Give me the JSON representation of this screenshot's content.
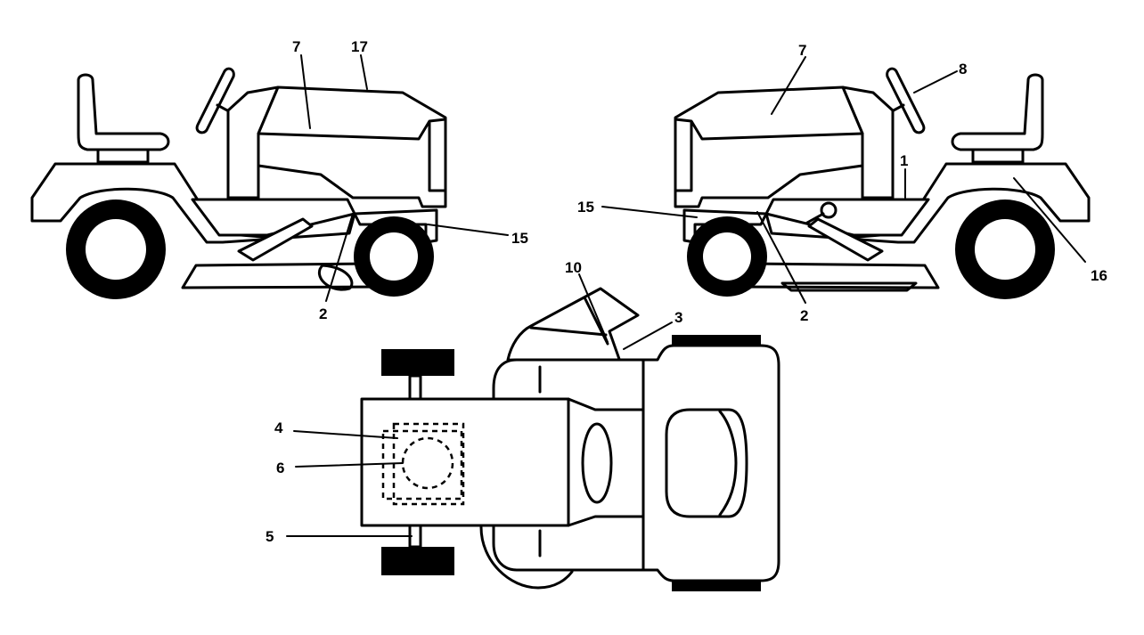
{
  "labels": {
    "left": {
      "l7": "7",
      "l17": "17",
      "l15": "15",
      "l2": "2"
    },
    "right": {
      "l7": "7",
      "l8": "8",
      "l1": "1",
      "l15": "15",
      "l16": "16",
      "l2": "2"
    },
    "top": {
      "l10": "10",
      "l3": "3",
      "l4": "4",
      "l6": "6",
      "l5": "5"
    }
  },
  "colors": {
    "line": "#000000",
    "background": "#ffffff"
  }
}
